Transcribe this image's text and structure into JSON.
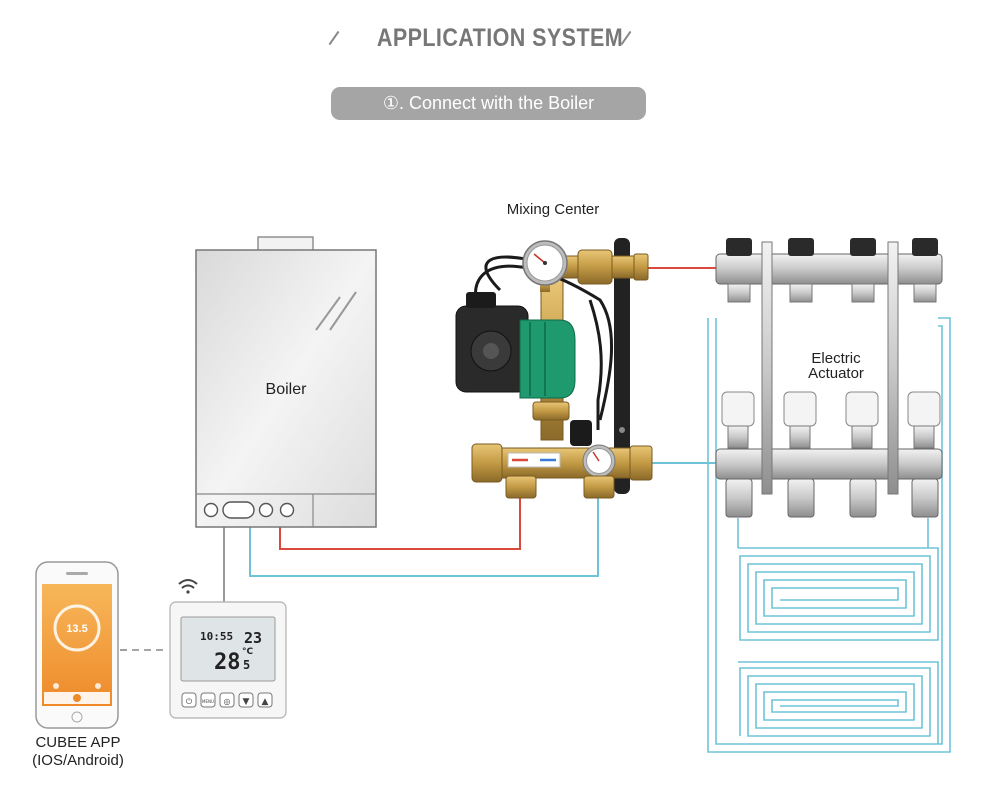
{
  "header": {
    "title": "APPLICATION SYSTEM",
    "step_label": "①. Connect with the Boiler"
  },
  "labels": {
    "boiler": "Boiler",
    "mixing_center": "Mixing Center",
    "electric_actuator_line1": "Electric",
    "electric_actuator_line2": "Actuator",
    "app_name": "CUBEE APP",
    "app_platforms": "(IOS/Android)"
  },
  "phone_screen": {
    "temperature": "13.5"
  },
  "thermostat_screen": {
    "clock": "10:55",
    "set_temperature": "23",
    "room_temperature": "28",
    "room_temperature_decimal": "5",
    "unit": "°C",
    "buttons": [
      "⏻",
      "MENU",
      "◎",
      "▼",
      "▲"
    ]
  },
  "colors": {
    "supply_pipe": "#d94a3c",
    "return_pipe": "#6fc3d9",
    "step_pill": "#a5a5a5",
    "phone_app": "#f09a35",
    "pump": "#1e9a6e"
  }
}
